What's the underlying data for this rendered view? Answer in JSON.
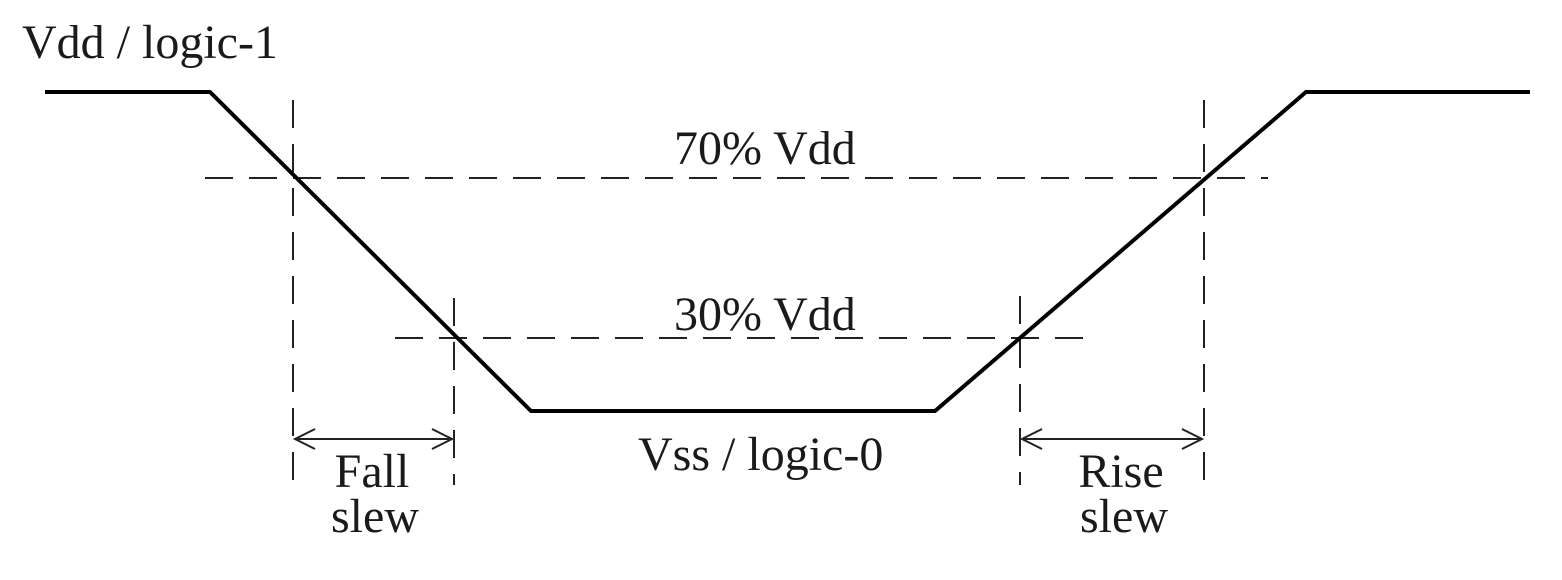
{
  "labels": {
    "vdd": "Vdd / logic-1",
    "threshold_high": "70% Vdd",
    "threshold_low": "30% Vdd",
    "vss": "Vss / logic-0",
    "fall_slew_line1": "Fall",
    "fall_slew_line2": "slew",
    "rise_slew_line1": "Rise",
    "rise_slew_line2": "slew"
  },
  "colors": {
    "line": "#000000",
    "text": "#1a1a1a",
    "background": "#ffffff"
  }
}
